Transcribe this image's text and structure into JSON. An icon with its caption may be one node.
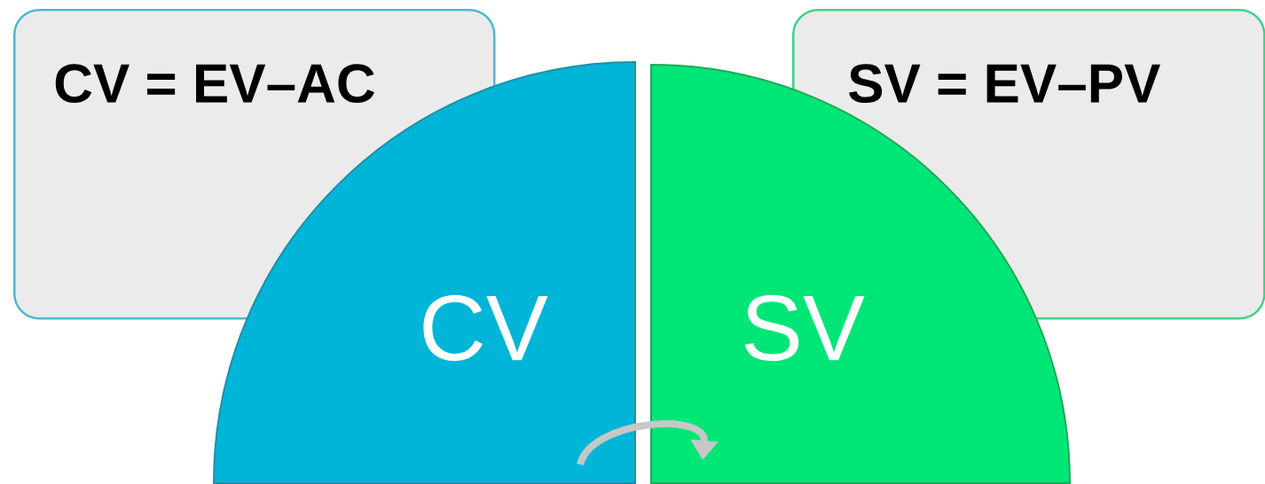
{
  "diagram": {
    "nodes": [
      {
        "text": [
          "CV = EV–AC"
        ]
      },
      {
        "text": [
          "SV = EV–PV"
        ]
      },
      {
        "text": [
          "CV"
        ]
      },
      {
        "text": [
          "SV"
        ]
      }
    ],
    "edges": [
      {
        "from": 2,
        "to": 3,
        "arrow": "to"
      }
    ]
  }
}
